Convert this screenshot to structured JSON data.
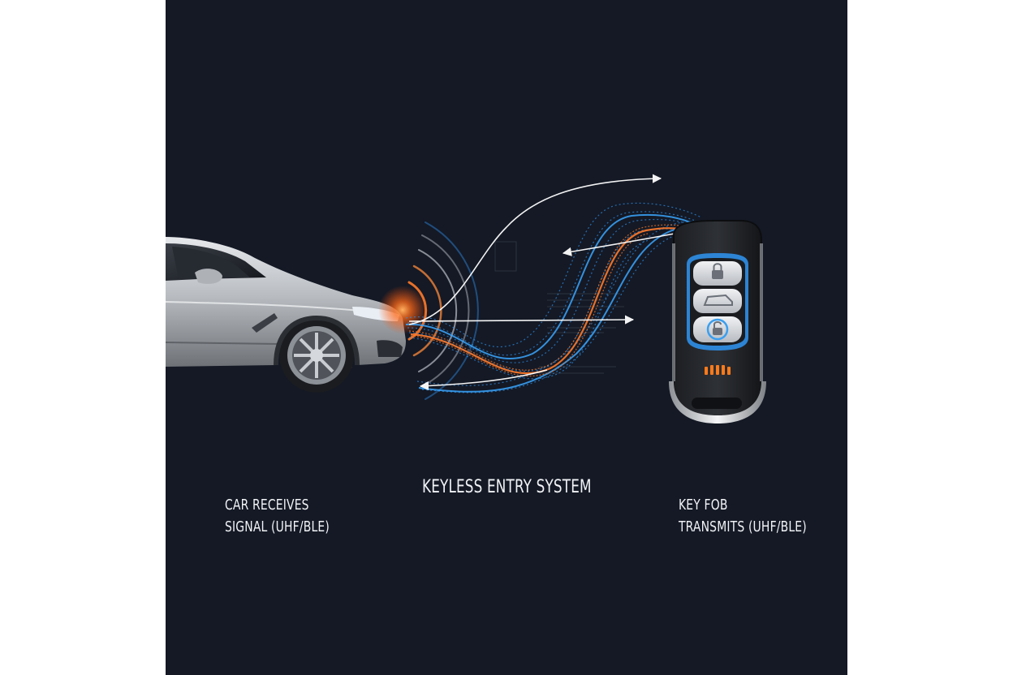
{
  "diagram": {
    "title": "KEYLESS ENTRY SYSTEM",
    "car_caption": {
      "line1": "CAR RECEIVES",
      "line2": "SIGNAL (UHF/BLE)"
    },
    "fob_caption": {
      "line1": "KEY FOB",
      "line2": "TRANSMITS (UHF/BLE)"
    }
  },
  "colors": {
    "background": "#141925",
    "signal_blue": "#2f8fe8",
    "signal_orange": "#e8732a",
    "button_accent": "#3a9ff0",
    "led": "#ff7a1a",
    "text": "#f1f3f6"
  },
  "icons": {
    "fob_button_top": "lock-icon",
    "fob_button_middle": "trunk-icon",
    "fob_button_bottom": "unlock-icon"
  }
}
